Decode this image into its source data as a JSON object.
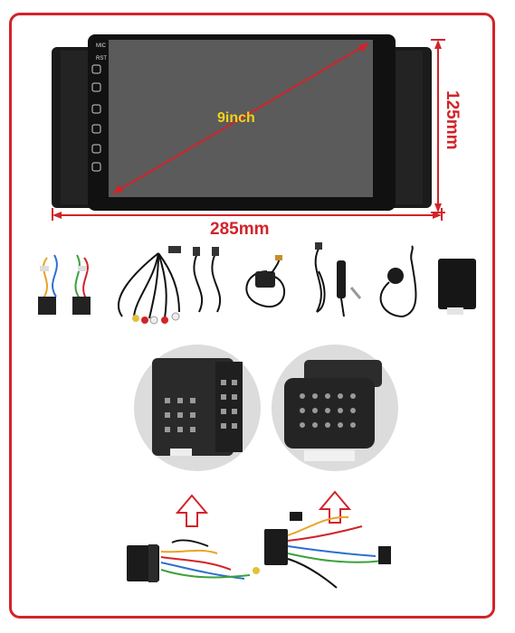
{
  "product": {
    "screen_size_label": "9inch",
    "width_label": "285mm",
    "height_label": "125mm",
    "side_buttons": [
      "MIC",
      "RST"
    ]
  },
  "colors": {
    "frame_red": "#d2232a",
    "screen_label_yellow": "#f0d21c",
    "unit_black": "#1b1b1b",
    "screen_gray": "#5b5b5b",
    "arrow_red": "#d2232a"
  },
  "accessories": [
    "main-harness-icon",
    "rca-cable-icon",
    "usb-cable-icon",
    "gps-antenna-icon",
    "wifi-antenna-icon",
    "radio-antenna-adapter-icon",
    "external-mic-icon",
    "canbus-decoder-box-icon"
  ]
}
